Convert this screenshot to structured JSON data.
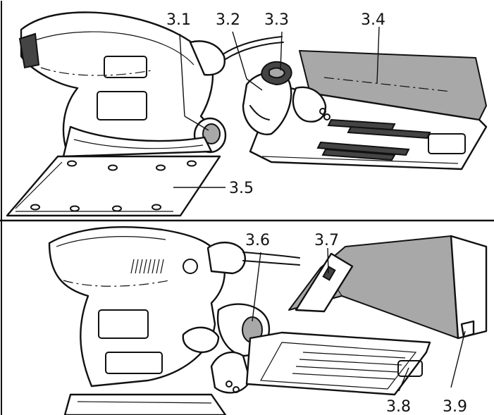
{
  "labels": {
    "l31": "3.1",
    "l32": "3.2",
    "l33": "3.3",
    "l34": "3.4",
    "l35": "3.5",
    "l36": "3.6",
    "l37": "3.7",
    "l38": "3.8",
    "l39": "3.9"
  }
}
